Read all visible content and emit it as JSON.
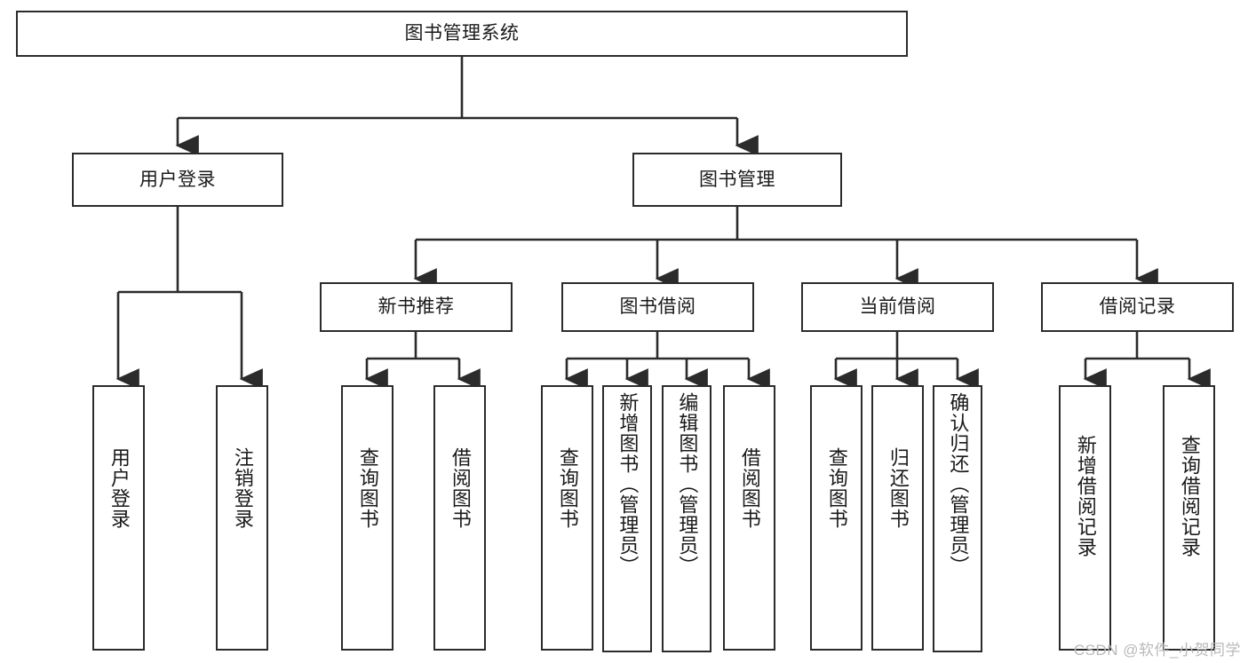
{
  "diagram": {
    "title": "图书管理系统",
    "watermark": "CSDN @软件_小贺同学",
    "line_color": "#2b2b2b",
    "box_border_color": "#2b2b2b",
    "box_fill_color": "#ffffff",
    "text_color": "#1a1a1a",
    "watermark_color": "#b9b9b9"
  },
  "root": {
    "label": "图书管理系统"
  },
  "level2": [
    {
      "label": "用户登录"
    },
    {
      "label": "图书管理"
    }
  ],
  "level3": [
    {
      "label": "新书推荐"
    },
    {
      "label": "图书借阅"
    },
    {
      "label": "当前借阅"
    },
    {
      "label": "借阅记录"
    }
  ],
  "leaves": {
    "user_login": [
      {
        "label": "用户登录"
      },
      {
        "label": "注销登录"
      }
    ],
    "new_book_recommend": [
      {
        "label": "查询图书"
      },
      {
        "label": "借阅图书"
      }
    ],
    "book_borrow": [
      {
        "label": "查询图书"
      },
      {
        "label": "新增图书（管理员）"
      },
      {
        "label": "编辑图书（管理员）"
      },
      {
        "label": "借阅图书"
      }
    ],
    "current_borrow": [
      {
        "label": "查询图书"
      },
      {
        "label": "归还图书"
      },
      {
        "label": "确认归还（管理员）"
      }
    ],
    "borrow_record": [
      {
        "label": "新增借阅记录"
      },
      {
        "label": "查询借阅记录"
      }
    ]
  }
}
